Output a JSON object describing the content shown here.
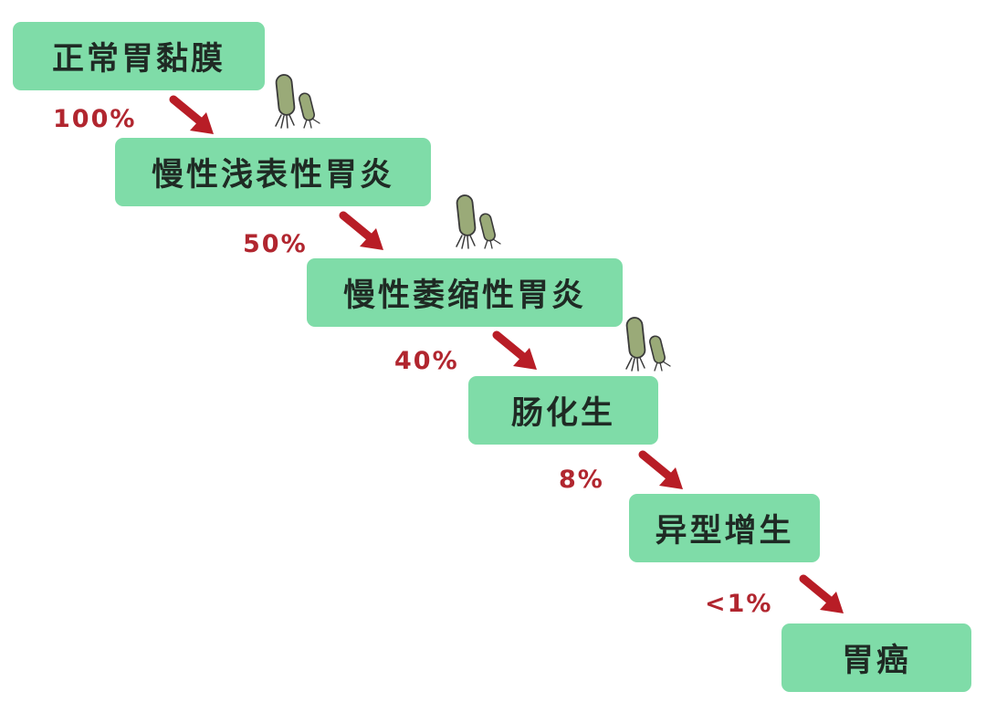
{
  "stages": [
    {
      "label": "正常胃黏膜"
    },
    {
      "label": "慢性浅表性胃炎"
    },
    {
      "label": "慢性萎缩性胃炎"
    },
    {
      "label": "肠化生"
    },
    {
      "label": "异型增生"
    },
    {
      "label": "胃癌"
    }
  ],
  "transitions": [
    {
      "percent": "100%"
    },
    {
      "percent": "50%"
    },
    {
      "percent": "40%"
    },
    {
      "percent": "8%"
    },
    {
      "percent": "<1%"
    }
  ],
  "colors": {
    "box_fill": "#7fdca8",
    "box_text": "#1f2a24",
    "arrow": "#b81d26",
    "percent_text": "#b1262f",
    "bacteria_fill": "#9aaa78",
    "bacteria_outline": "#3a3a3a"
  },
  "icons": [
    "arrow-down-right-icon",
    "bacteria-icon"
  ]
}
